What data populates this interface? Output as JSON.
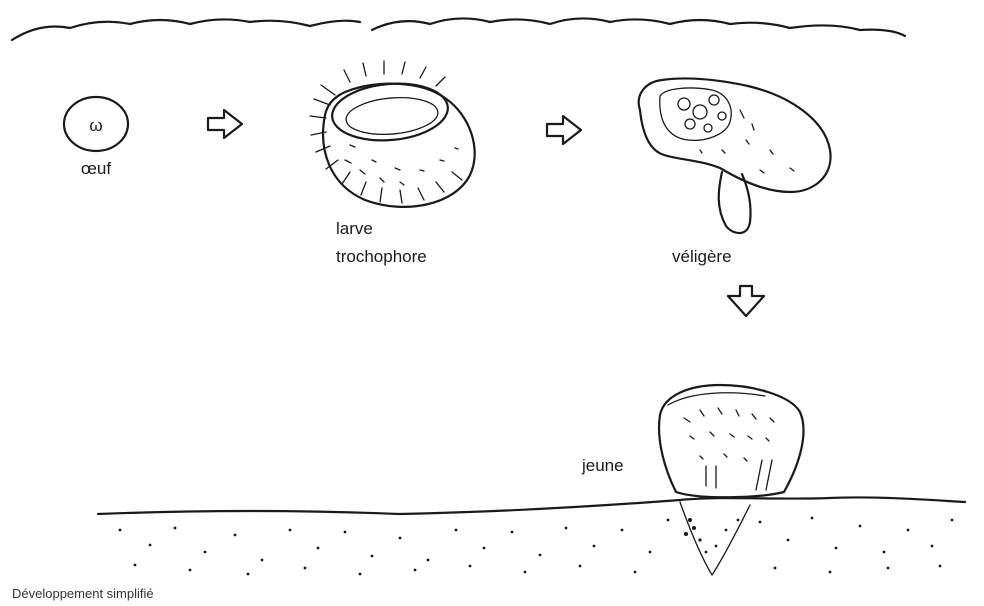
{
  "labels": {
    "egg": "œuf",
    "egg_symbol": "ω",
    "trochophore_line1": "larve",
    "trochophore_line2": "trochophore",
    "veliger": "véligère",
    "juvenile": "jeune"
  },
  "caption": "Développement simplifié"
}
